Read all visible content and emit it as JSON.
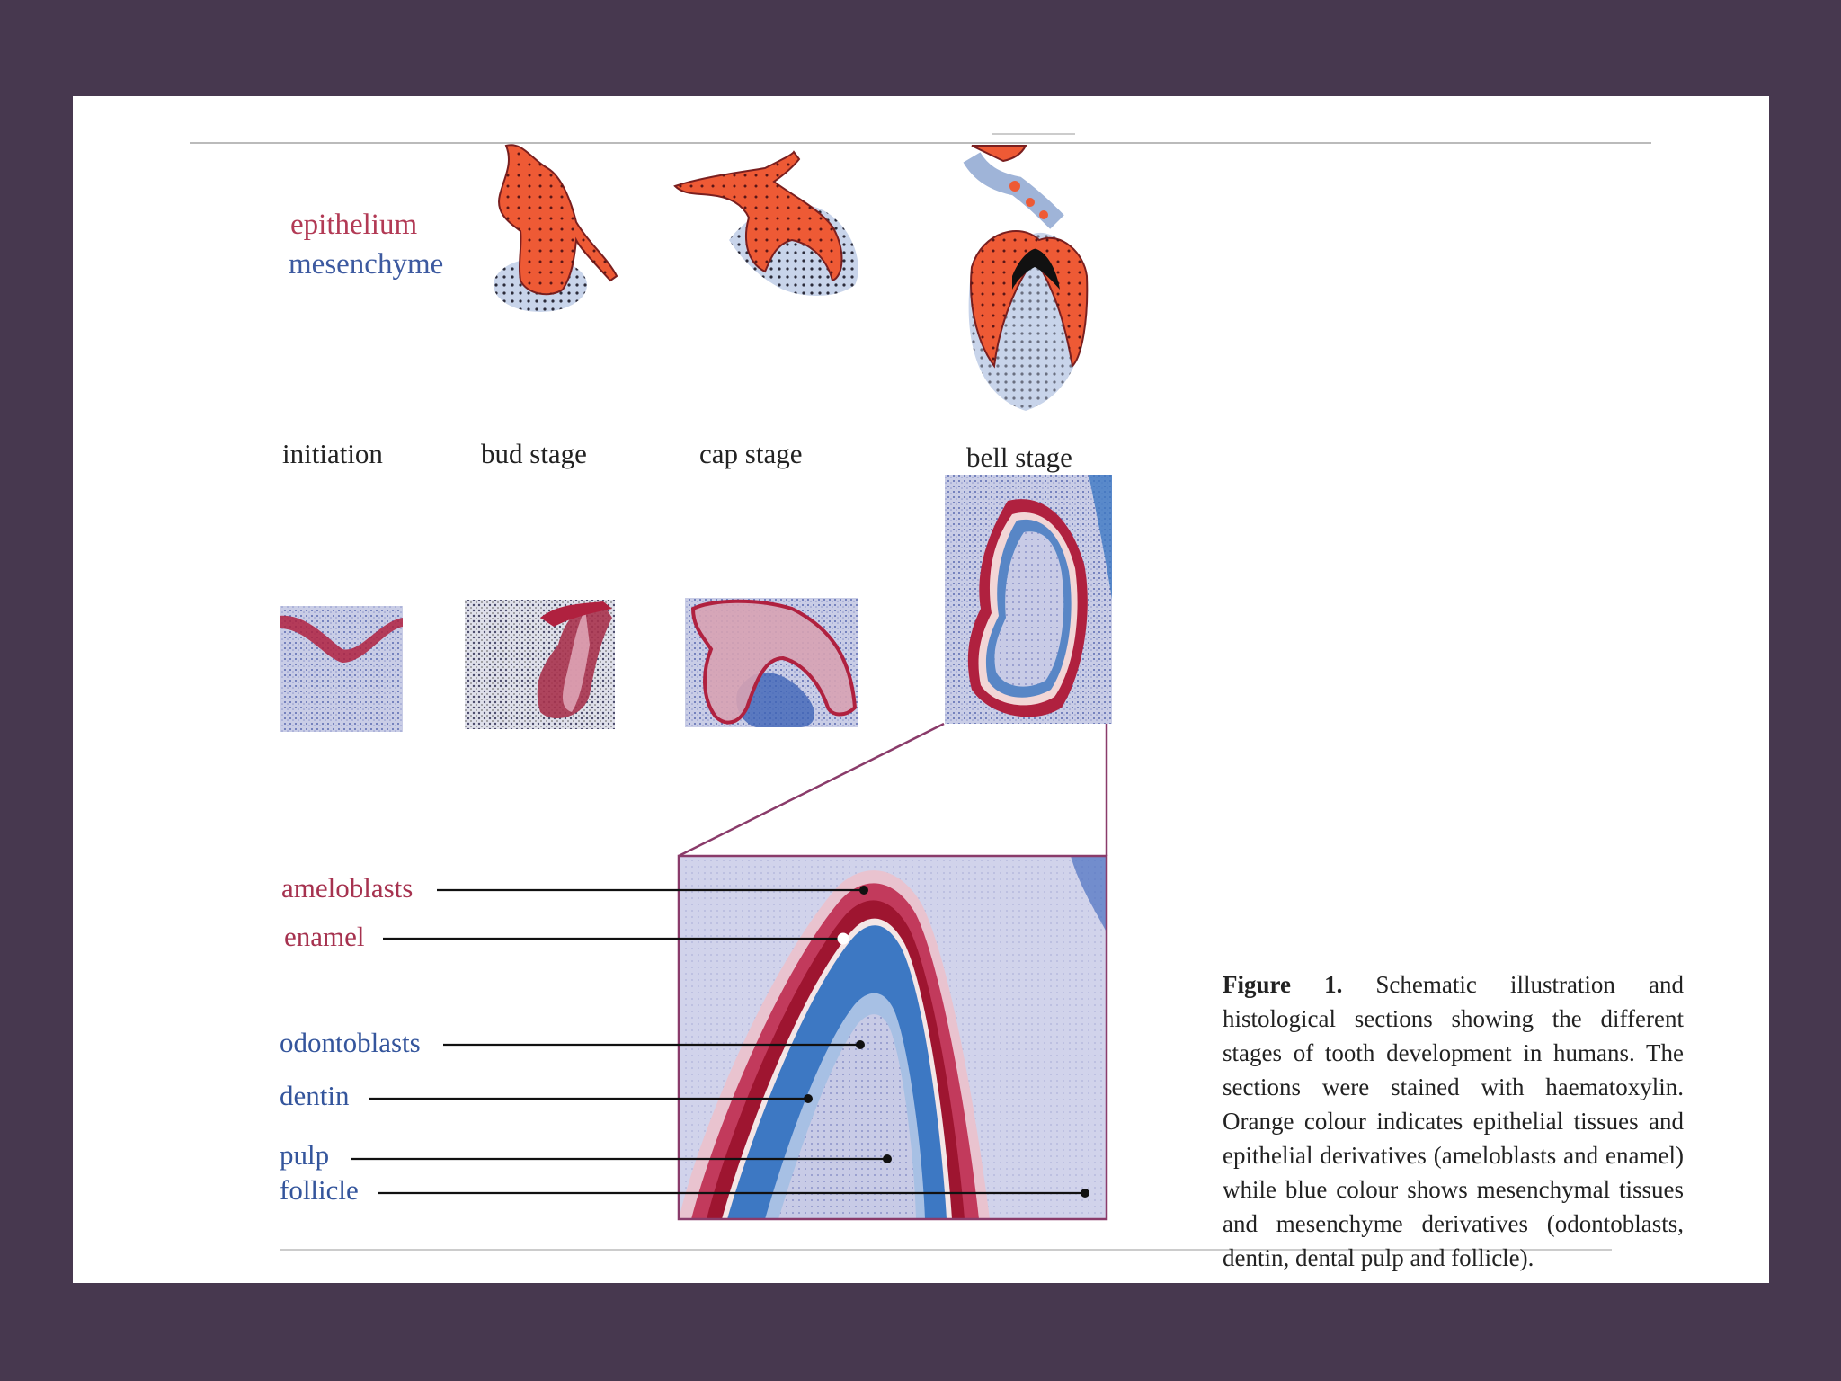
{
  "legend": {
    "epithelium": "epithelium",
    "mesenchyme": "mesenchyme"
  },
  "stages": {
    "initiation": "initiation",
    "bud": "bud stage",
    "cap": "cap stage",
    "bell": "bell stage"
  },
  "labels": {
    "ameloblasts": "ameloblasts",
    "enamel": "enamel",
    "odontoblasts": "odontoblasts",
    "dentin": "dentin",
    "pulp": "pulp",
    "follicle": "follicle"
  },
  "caption": {
    "label": "Figure 1.",
    "text": "Schematic illustration and histological sections showing the different stages of tooth development in humans. The sections were stained with haematoxylin. Orange colour indicates epithelial tissues and epithelial derivatives (ameloblasts and enamel) while blue colour shows mesenchymal tissues and mesenchyme derivatives (odontoblasts, dentin, dental pulp and follicle)."
  },
  "colors": {
    "background": "#47384f",
    "epithelium_orange": "#ee5a35",
    "mesenchyme_blue": "#4e7fc8",
    "stain_red": "#b0213f",
    "stain_blue": "#3d78c3"
  }
}
